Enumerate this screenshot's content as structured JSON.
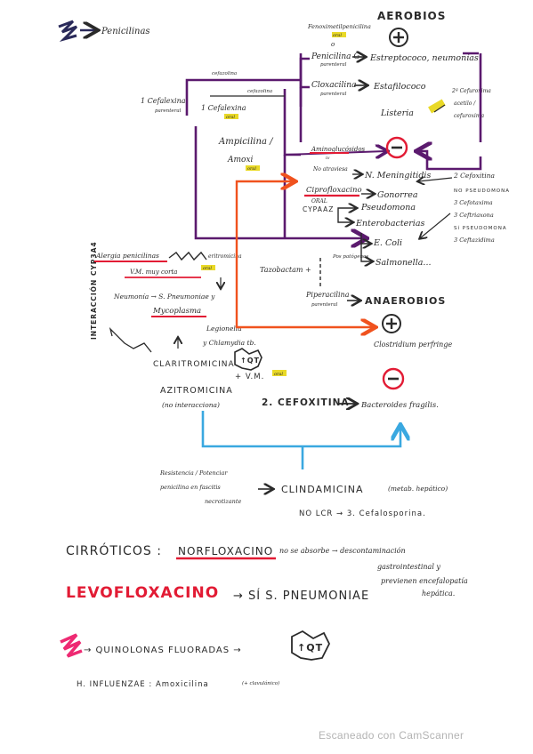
{
  "notes": {
    "top_label": "Penicilinas",
    "aerobios": "AEROBIOS",
    "plus": "+",
    "minus": "−",
    "fenoximetil": "Fenoximetilpenicilina",
    "fenoximetil_via": "oral",
    "benzylpen": "Penicilina G",
    "benzylpen_via": "parenteral",
    "estreptococo": "Estreptococo, neumonías",
    "cloxacilina": "Cloxacilina",
    "cloxacilina_via": "parenteral",
    "estafilococo": "Estafilococo",
    "listeria": "Listeria",
    "cefa_2a": "2ª Cefuroxima",
    "cefa_2b": "acetilo /",
    "cefa_2c": "cefuroxima",
    "cefalexina_1": "1 Cefalexina",
    "cefalexina_1_via": "parenteral",
    "cefalexina_2": "1 Cefalexina",
    "cefalexina_2_via": "oral",
    "cefazolina_a": "cefazolina",
    "cefazolina_b": "cefazolina",
    "ampicilina": "Ampicilina /",
    "amoxi": "Amoxi",
    "amoxi_via": "oral",
    "aminoglucosidos": "Aminoglucósidos",
    "aminoglucosidos_via": "iv",
    "no_atraviesa": "No atraviesa",
    "meningitidis": "N. Meningitidis",
    "ciprofloxacino": "Ciprofloxacino",
    "ciproflox_via": "ORAL",
    "cypaaz": "CYPAAZ",
    "gonorrea": "Gonorrea",
    "pseudomona": "Pseudomona",
    "enterobacterias": "Enterobacterias",
    "ecoli": "E. Coli",
    "salmonella": "Salmonella...",
    "cefoxitina_2": "2 Cefoxitina",
    "no_pseudomona": "NO PSEUDOMONA",
    "ceftazidima_3a": "3 Cefotaxima",
    "ceftazidima_3b": "3 Ceftriaxona",
    "s_pseudomona": "Sí PSEUDOMONA",
    "ceftazidima_3c": "3 Ceftazidima",
    "alergia": "Alergia penicilinas",
    "eritromicina": "eritromicina",
    "vm_muy_corta": "V.M. muy corta",
    "oral_small": "oral",
    "neumonia": "Neumonía → S. Pneumoniae y",
    "mycoplasma": "Mycoplasma",
    "legionella": "Legionella",
    "chlamydia": "y Chlamydia tb.",
    "interaccion": "INTERACCIÓN CYP3A4",
    "tazobactam": "Tazobactam +",
    "piperacilina": "Piperacilina",
    "piperacilina_via": "parenteral",
    "pos_patogenos": "Pos patógenos",
    "anaerobios": "ANAEROBIOS",
    "clostridium": "Clostridium perfringe",
    "claritromicina": "CLARITROMICINA",
    "qt_label": "↑QT",
    "vm_plus": "+ V.M.",
    "vm_oral": "oral",
    "azitromicina": "AZITROMICINA",
    "no_interaccion": "(no interacciona)",
    "cefoxitina_big": "2. CEFOXITINA",
    "bacteroides": "Bacteroides fragilis.",
    "resistencia_1": "Resistencia / Potenciar",
    "resistencia_2": "penicilina en fascitis",
    "resistencia_3": "necrotizante",
    "clindamicina": "CLINDAMICINA",
    "metab": "(metab. hepático)",
    "no_lcr": "NO LCR → 3. Cefalosporina.",
    "cirroticos": "CIRRÓTICOS :",
    "norfloxacino": "NORFLOXACINO",
    "no_se_absorbe": "no se absorbe → descontaminación",
    "gastro": "gastrointestinal y",
    "previenen": "previenen encefalopatía",
    "hepatica": "hepática.",
    "levofloxacino": "LEVOFLOXACINO",
    "si_pneumo": "→ SÍ S. PNEUMONIAE",
    "quinolonas": "→ QUINOLONAS FLUORADAS →",
    "qt_big": "↑QT",
    "h_influenzae": "H. INFLUENZAE : Amoxicilina",
    "h_influenzae_small": "(+ clavulánico)"
  },
  "watermark": "Escaneado con CamScanner",
  "colors": {
    "ink": "#2a2a2a",
    "purple": "#5b1a6e",
    "red": "#e21b34",
    "orange": "#f0521e",
    "blue": "#3aa8e0",
    "yellow": "#e9d927",
    "pink": "#ee2a73",
    "darkblue": "#2a2a5a"
  },
  "icons": [
    "plus-circle-icon",
    "minus-circle-icon",
    "arrow-icon",
    "highlighter-mark-icon"
  ]
}
